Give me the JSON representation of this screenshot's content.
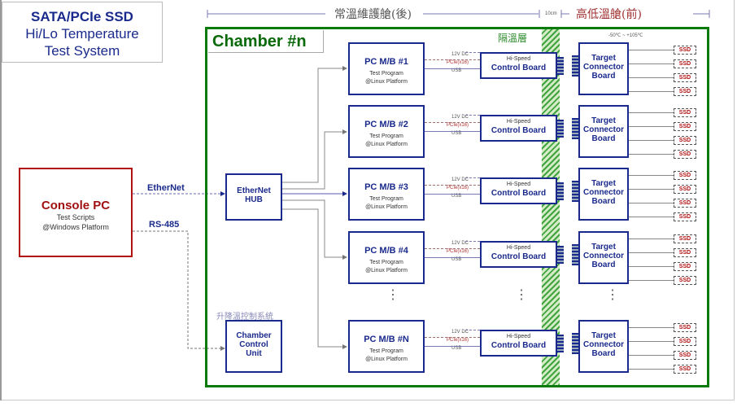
{
  "title": {
    "line1": "SATA/PCIe SSD",
    "line2": "Hi/Lo Temperature",
    "line3": "Test System"
  },
  "dimensions": {
    "room_temp_zone": "常溫維護艙(後)",
    "gap_label": "10cm",
    "hilo_temp_zone": "高低溫艙(前)",
    "temp_range": "-50℃ ~ +105℃",
    "insulation_layer": "隔溫層"
  },
  "chamber": {
    "title": "Chamber #n"
  },
  "console": {
    "title": "Console PC",
    "line1": "Test Scripts",
    "line2": "@Windows Platform"
  },
  "links": {
    "ethernet": "EtherNet",
    "rs485": "RS-485"
  },
  "hub": {
    "line1": "EtherNet",
    "line2": "HUB"
  },
  "chamber_control": {
    "caption": "升降溫控制系統",
    "line1": "Chamber",
    "line2": "Control",
    "line3": "Unit"
  },
  "pc_boards": [
    {
      "title": "PC M/B #1",
      "line1": "Test Program",
      "line2": "@Linux Platform"
    },
    {
      "title": "PC M/B #2",
      "line1": "Test Program",
      "line2": "@Linux Platform"
    },
    {
      "title": "PC M/B #3",
      "line1": "Test Program",
      "line2": "@Linux Platform"
    },
    {
      "title": "PC M/B #4",
      "line1": "Test Program",
      "line2": "@Linux Platform"
    },
    {
      "title": "PC M/B #N",
      "line1": "Test Program",
      "line2": "@Linux Platform"
    }
  ],
  "signals": {
    "power": "12V DC",
    "pcie": "PCIe(x16)",
    "usb": "USB"
  },
  "control_board": {
    "line1": "Hi-Speed",
    "line2": "Control Board"
  },
  "target_board": {
    "line1": "Target",
    "line2": "Connector",
    "line3": "Board"
  },
  "ssd_label": "SSD",
  "ellipsis": "⋮",
  "colors": {
    "chamber": "#0a7a0a",
    "box": "#1a2a8c",
    "console": "#b01010",
    "dim_red": "#a03030"
  }
}
